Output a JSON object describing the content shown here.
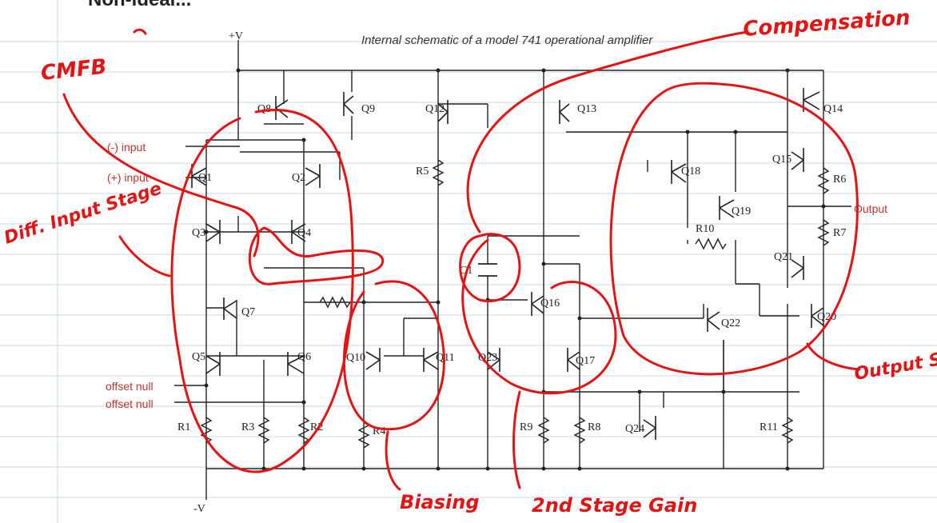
{
  "page": {
    "title_fragment": "Non-ideal..."
  },
  "figure": {
    "caption": "Internal schematic of a model 741 operational amplifier",
    "rails": {
      "positive": "+V",
      "negative": "-V"
    },
    "ports": {
      "inverting_input": "(-) input",
      "noninverting_input": "(+) input",
      "output": "Output",
      "offset_null_1": "offset null",
      "offset_null_2": "offset null"
    },
    "transistors": [
      "Q1",
      "Q2",
      "Q3",
      "Q4",
      "Q5",
      "Q6",
      "Q7",
      "Q8",
      "Q9",
      "Q10",
      "Q11",
      "Q12",
      "Q13",
      "Q14",
      "Q15",
      "Q16",
      "Q17",
      "Q18",
      "Q19",
      "Q20",
      "Q21",
      "Q22",
      "Q23",
      "Q24"
    ],
    "resistors": [
      "R1",
      "R2",
      "R3",
      "R4",
      "R5",
      "R6",
      "R7",
      "R8",
      "R9",
      "R10",
      "R11"
    ],
    "capacitors": [
      "C1"
    ]
  },
  "annotations": {
    "cmfb": "CMFB",
    "diff_input": "Diff. Input Stage",
    "compensation": "Compensation",
    "output_stage": "Output Stage",
    "biasing": "Biasing",
    "second_stage": "2nd Stage Gain"
  },
  "colors": {
    "ink": "#e31414",
    "wire": "#222222",
    "rule": "#c8d7f0"
  }
}
